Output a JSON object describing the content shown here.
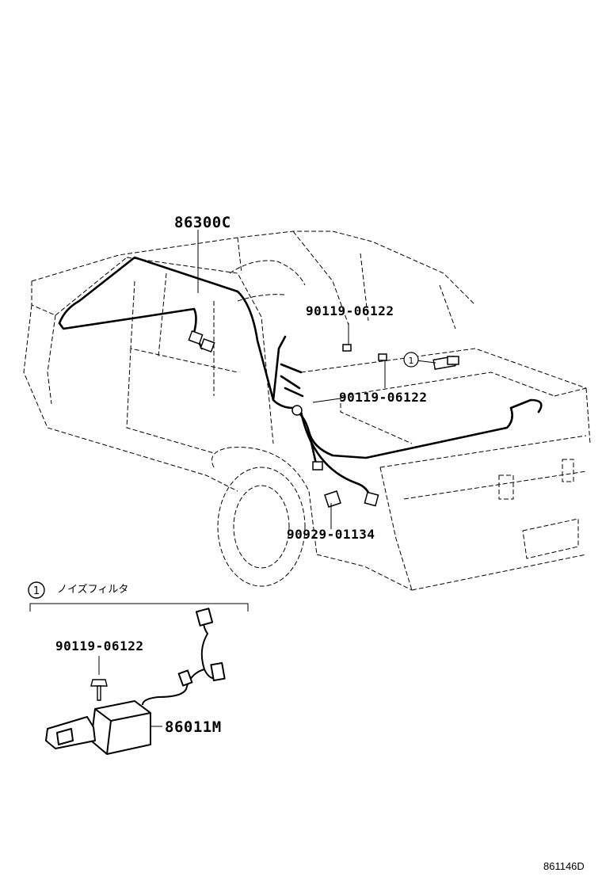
{
  "parts": {
    "harness_main": "86300C",
    "bolt_upper": "90119-06122",
    "bolt_lower": "90119-06122",
    "clamp": "90929-01134",
    "ref_marker": "1"
  },
  "inset": {
    "marker": "1",
    "title": "ノイズフィルタ",
    "bolt": "90119-06122",
    "filter": "86011M"
  },
  "diagram_code": "861146D"
}
